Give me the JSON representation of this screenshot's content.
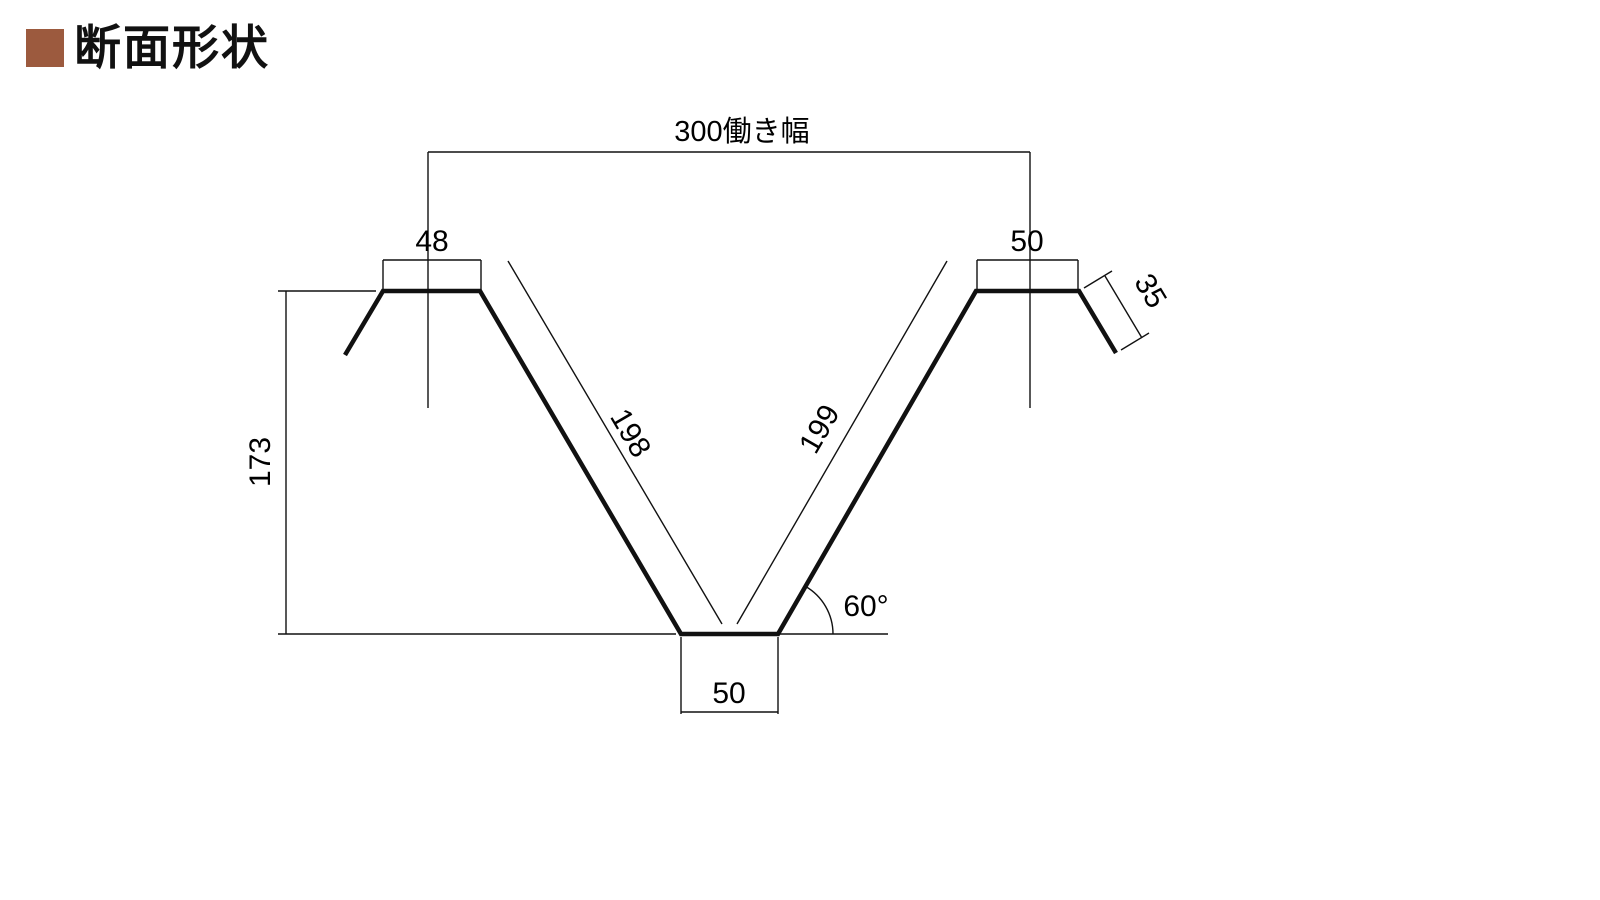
{
  "header": {
    "title": "断面形状",
    "bullet_color": "#9c5a3e"
  },
  "diagram": {
    "type": "technical-cross-section-drawing",
    "stroke_color": "#111111",
    "labels": {
      "working_width": "300働き幅",
      "left_top_width": "48",
      "right_top_width": "50",
      "lip_length": "35",
      "height": "173",
      "left_slope": "198",
      "right_slope": "199",
      "angle": "60°",
      "bottom_width": "50"
    }
  }
}
